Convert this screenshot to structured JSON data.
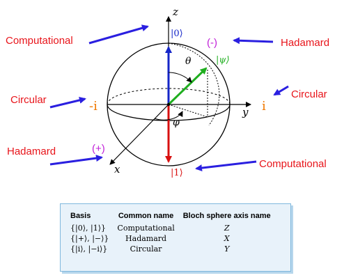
{
  "labels": {
    "computational_top": "Computational",
    "computational_bottom": "Computational",
    "hadamard_top": "Hadamard",
    "hadamard_bottom": "Hadamard",
    "circular_left": "Circular",
    "circular_right": "Circular"
  },
  "sphere": {
    "axis_z": "z",
    "axis_y": "y",
    "axis_x": "x",
    "ket_zero": "|0⟩",
    "ket_one": "|1⟩",
    "ket_psi": "|ψ⟩",
    "theta": "θ",
    "phi": "φ",
    "minus_state": "(-)",
    "plus_state": "(+)",
    "minus_i": "-i",
    "plus_i": "i"
  },
  "colors": {
    "label_red": "#e8141a",
    "arrow_blue": "#2a1fe0",
    "z_axis_blue": "#1526c8",
    "ket_one_red": "#d81010",
    "psi_green": "#1fae1f",
    "hadamard_purple": "#c020d8",
    "circular_orange": "#f07800"
  },
  "table": {
    "headers": [
      "Basis",
      "Common name",
      "Bloch sphere axis name"
    ],
    "rows": [
      {
        "basis": "{|0⟩, |1⟩}",
        "name": "Computational",
        "axis": "Z"
      },
      {
        "basis": "{|+⟩, |−⟩}",
        "name": "Hadamard",
        "axis": "X"
      },
      {
        "basis": "{|i⟩, |−i⟩}",
        "name": "Circular",
        "axis": "Y"
      }
    ]
  }
}
